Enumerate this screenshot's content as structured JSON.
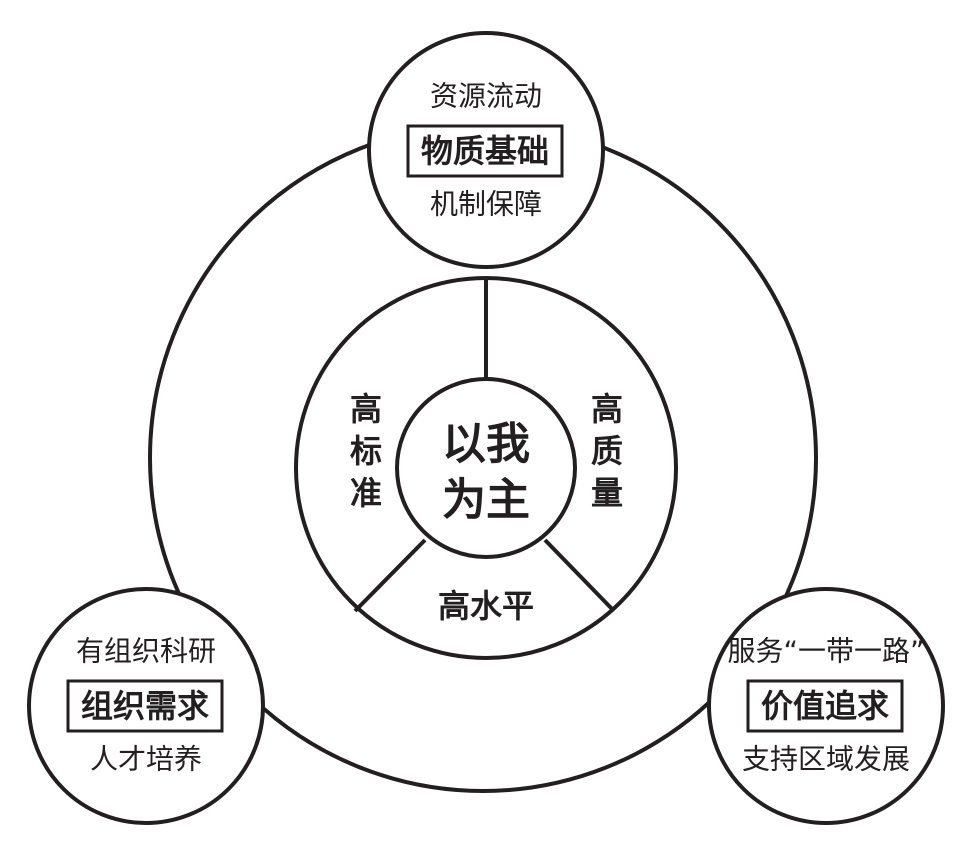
{
  "center": {
    "line1": "以我",
    "line2": "为主"
  },
  "inner_segments": {
    "left": [
      "高",
      "标",
      "准"
    ],
    "right": [
      "高",
      "质",
      "量"
    ],
    "bottom": "高水平"
  },
  "nodes": {
    "top": {
      "upper": "资源流动",
      "box": "物质基础",
      "lower": "机制保障"
    },
    "left": {
      "upper": "有组织科研",
      "box": "组织需求",
      "lower": "人才培养"
    },
    "right": {
      "upper": "服务“一带一路”",
      "box": "价值追求",
      "lower": "支持区域发展"
    }
  },
  "colors": {
    "stroke": "#231f20",
    "background": "#ffffff"
  }
}
